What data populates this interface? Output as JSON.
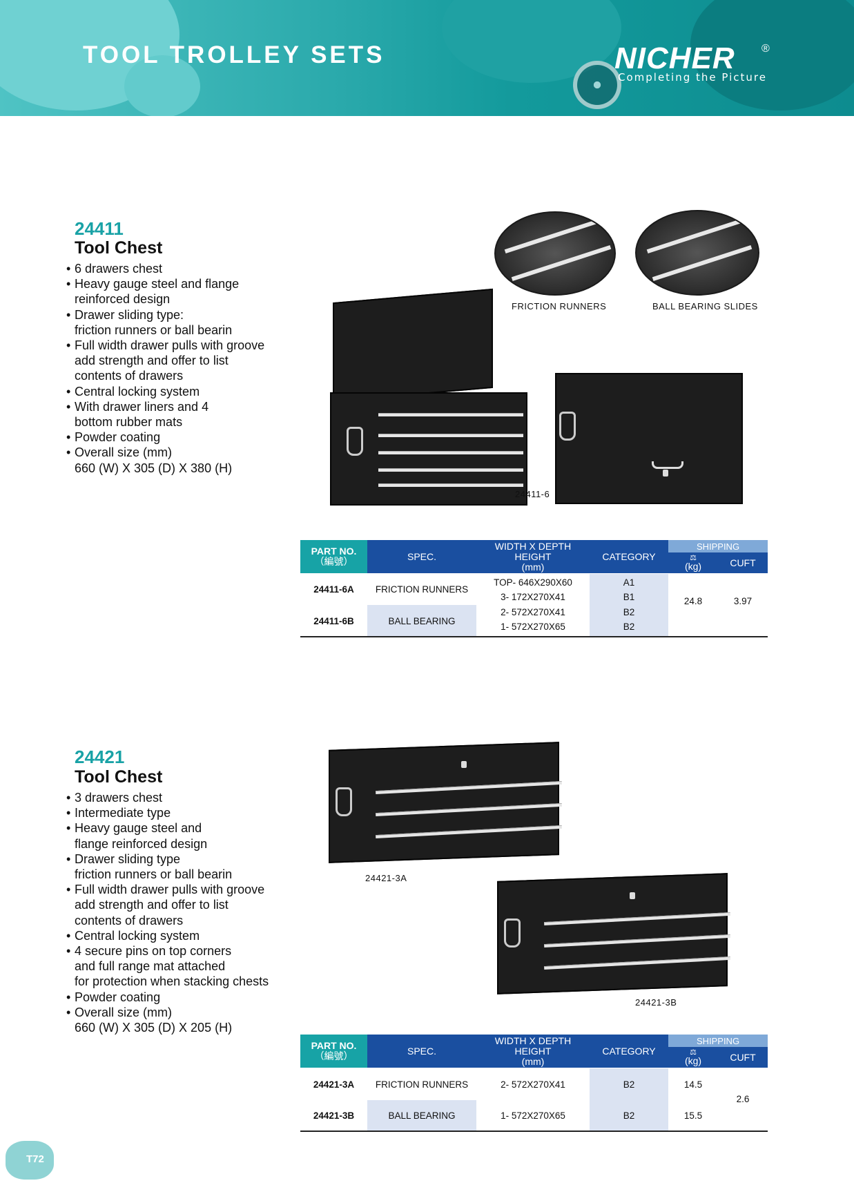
{
  "header": {
    "title": "TOOL TROLLEY SETS",
    "brand": "NICHER",
    "brand_reg": "®",
    "tagline": "Completing the Picture"
  },
  "product1": {
    "number": "24411",
    "name": "Tool Chest",
    "features": [
      "6 drawers chest",
      "Heavy gauge steel and flange\nreinforced design",
      "Drawer sliding type:\nfriction runners or ball bearin",
      "Full width drawer pulls with groove\nadd strength and offer to list\ncontents of drawers",
      "Central locking system",
      "With drawer liners and 4\nbottom rubber mats",
      "Powder coating",
      "Overall size (mm)\n660 (W) X 305 (D) X 380 (H)"
    ],
    "captions": {
      "friction": "FRICTION RUNNERS",
      "ball": "BALL BEARING SLIDES",
      "model": "24411-6"
    },
    "table": {
      "headers": {
        "part": "PART NO.",
        "part_cn": "（編號）",
        "spec": "SPEC.",
        "dims": "WIDTH X DEPTH HEIGHT",
        "dims_unit": "(mm)",
        "category": "CATEGORY",
        "shipping": "SHIPPING",
        "kg": "(kg)",
        "cuft": "CUFT"
      },
      "rows": [
        {
          "part": "24411-6A",
          "spec": "FRICTION RUNNERS"
        },
        {
          "part": "24411-6B",
          "spec": "BALL BEARING"
        }
      ],
      "dims": [
        "TOP- 646X290X60",
        "3- 172X270X41",
        "2- 572X270X41",
        "1- 572X270X65"
      ],
      "categories": [
        "A1",
        "B1",
        "B2",
        "B2"
      ],
      "kg": "24.8",
      "cuft": "3.97"
    }
  },
  "product2": {
    "number": "24421",
    "name": "Tool Chest",
    "features": [
      "3 drawers chest",
      "Intermediate type",
      "Heavy gauge steel and\nflange reinforced design",
      "Drawer sliding type\nfriction runners or ball bearin",
      "Full width drawer pulls with groove\nadd strength and offer to list\ncontents of drawers",
      "Central locking system",
      "4 secure pins on top corners\nand full range mat attached\nfor protection when stacking chests",
      "Powder coating",
      "Overall size (mm)\n660 (W) X 305 (D) X 205 (H)"
    ],
    "captions": {
      "model_a": "24421-3A",
      "model_b": "24421-3B"
    },
    "table": {
      "headers": {
        "part": "PART NO.",
        "part_cn": "（編號）",
        "spec": "SPEC.",
        "dims": "WIDTH X DEPTH HEIGHT",
        "dims_unit": "(mm)",
        "category": "CATEGORY",
        "shipping": "SHIPPING",
        "kg": "(kg)",
        "cuft": "CUFT"
      },
      "rows": [
        {
          "part": "24421-3A",
          "spec": "FRICTION RUNNERS",
          "dims": "2- 572X270X41",
          "category": "B2",
          "kg": "14.5"
        },
        {
          "part": "24421-3B",
          "spec": "BALL BEARING",
          "dims": "1- 572X270X65",
          "category": "B2",
          "kg": "15.5"
        }
      ],
      "cuft": "2.6"
    }
  },
  "footer": {
    "page_number": "T72"
  },
  "colors": {
    "teal": "#19a2a6",
    "header_blue": "#1a4fa0",
    "shipping_light": "#7fa9d8",
    "row_shade": "#dbe3f2"
  }
}
